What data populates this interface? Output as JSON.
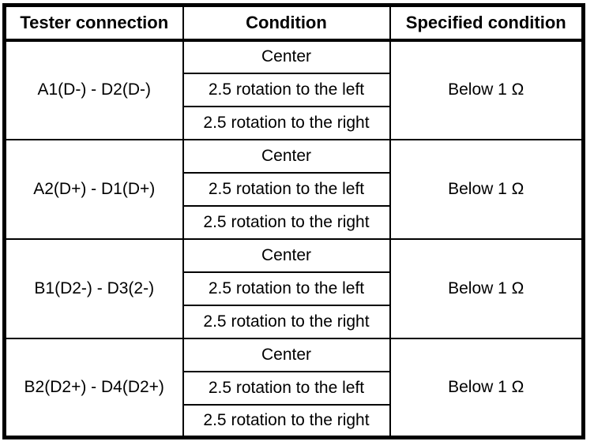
{
  "colors": {
    "border": "#000000",
    "text": "#000000",
    "background": "#ffffff"
  },
  "table": {
    "headers": [
      "Tester connection",
      "Condition",
      "Specified condition"
    ],
    "groups": [
      {
        "tester_connection": "A1(D-) - D2(D-)",
        "conditions": [
          "Center",
          "2.5 rotation to the left",
          "2.5 rotation to the right"
        ],
        "specified_condition": "Below 1 Ω"
      },
      {
        "tester_connection": "A2(D+) - D1(D+)",
        "conditions": [
          "Center",
          "2.5 rotation to the left",
          "2.5 rotation to the right"
        ],
        "specified_condition": "Below 1 Ω"
      },
      {
        "tester_connection": "B1(D2-) - D3(2-)",
        "conditions": [
          "Center",
          "2.5 rotation to the left",
          "2.5 rotation to the right"
        ],
        "specified_condition": "Below 1 Ω"
      },
      {
        "tester_connection": "B2(D2+) - D4(D2+)",
        "conditions": [
          "Center",
          "2.5 rotation to the left",
          "2.5 rotation to the right"
        ],
        "specified_condition": "Below 1 Ω"
      }
    ]
  }
}
